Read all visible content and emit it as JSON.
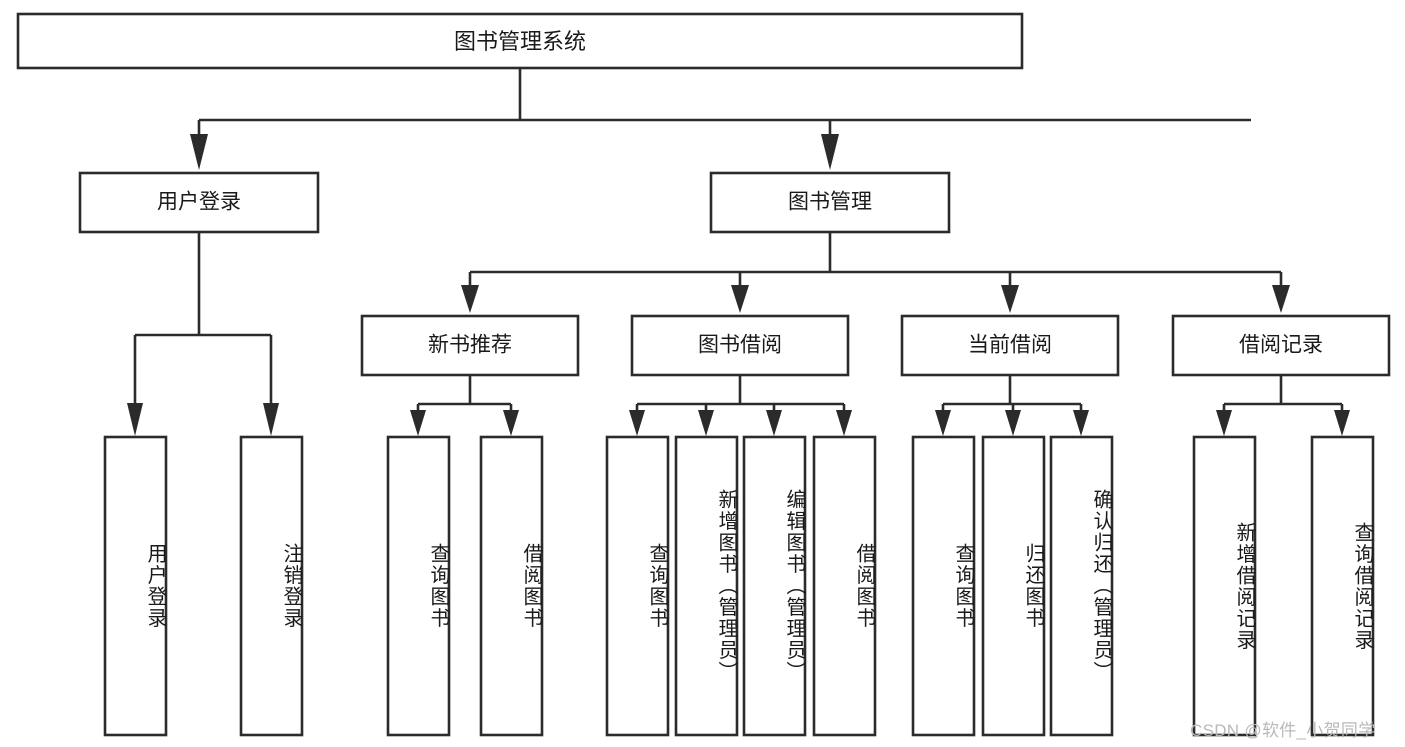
{
  "diagram": {
    "type": "tree-hierarchy-flowchart",
    "title": "图书管理系统",
    "background_color": "#ffffff",
    "line_color": "#2b2b2b",
    "text_color": "#1a1a1a",
    "levels": {
      "root": {
        "label": "图书管理系统"
      },
      "level2": [
        {
          "id": "user-login",
          "label": "用户登录"
        },
        {
          "id": "book-manage",
          "label": "图书管理"
        }
      ],
      "level3": [
        {
          "id": "new-book-rec",
          "label": "新书推荐"
        },
        {
          "id": "book-borrow",
          "label": "图书借阅"
        },
        {
          "id": "current-borrow",
          "label": "当前借阅"
        },
        {
          "id": "borrow-record",
          "label": "借阅记录"
        }
      ],
      "leaves": {
        "user_login": [
          {
            "id": "leaf-user-login",
            "label": "用户登录"
          },
          {
            "id": "leaf-logout",
            "label": "注销登录"
          }
        ],
        "new_book_rec": [
          {
            "id": "leaf-query-book-1",
            "label": "查询图书"
          },
          {
            "id": "leaf-borrow-book-1",
            "label": "借阅图书"
          }
        ],
        "book_borrow": [
          {
            "id": "leaf-query-book-2",
            "label": "查询图书"
          },
          {
            "id": "leaf-add-book",
            "label": "新增图书（管理员）"
          },
          {
            "id": "leaf-edit-book",
            "label": "编辑图书（管理员）"
          },
          {
            "id": "leaf-borrow-book-2",
            "label": "借阅图书"
          }
        ],
        "current_borrow": [
          {
            "id": "leaf-query-book-3",
            "label": "查询图书"
          },
          {
            "id": "leaf-return-book",
            "label": "归还图书"
          },
          {
            "id": "leaf-confirm-return",
            "label": "确认归还（管理员）"
          }
        ],
        "borrow_record": [
          {
            "id": "leaf-add-record",
            "label": "新增借阅记录"
          },
          {
            "id": "leaf-query-record",
            "label": "查询借阅记录"
          }
        ]
      }
    }
  },
  "watermark": {
    "text": "CSDN @软件_小贺同学"
  }
}
